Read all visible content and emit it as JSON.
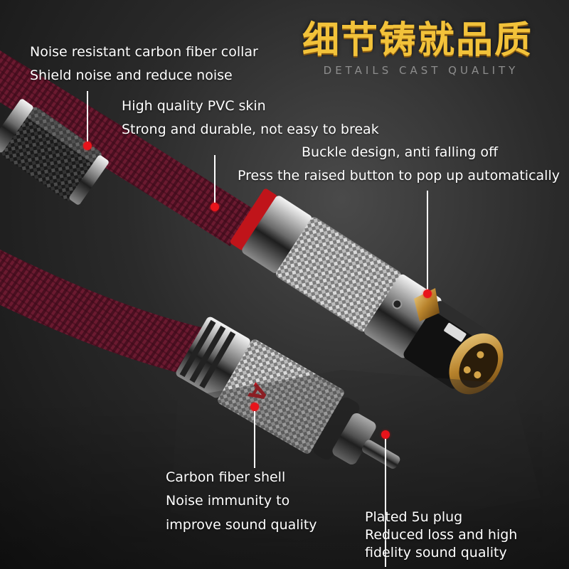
{
  "heading": {
    "title_cn": "细节铸就品质",
    "subtitle": "DETAILS CAST QUALITY"
  },
  "callouts": {
    "collar": {
      "line1": "Noise resistant carbon fiber collar",
      "line2": "Shield noise and reduce noise"
    },
    "skin": {
      "line1": "High quality PVC skin",
      "line2": "Strong and durable, not easy to break"
    },
    "buckle": {
      "line1": "Buckle design, anti falling off",
      "line2": "Press the raised button to pop up automatically"
    },
    "shell": {
      "line1": "Carbon fiber shell",
      "line2": "Noise immunity to",
      "line3": "improve sound quality"
    },
    "plug": {
      "line1": "Plated 5u plug",
      "line2": "Reduced loss and high",
      "line3": "fidelity sound quality"
    }
  },
  "colors": {
    "accent_gold": "#f2c23a",
    "dot_red": "#e8141b",
    "cable_burgundy": "#5a1326"
  }
}
